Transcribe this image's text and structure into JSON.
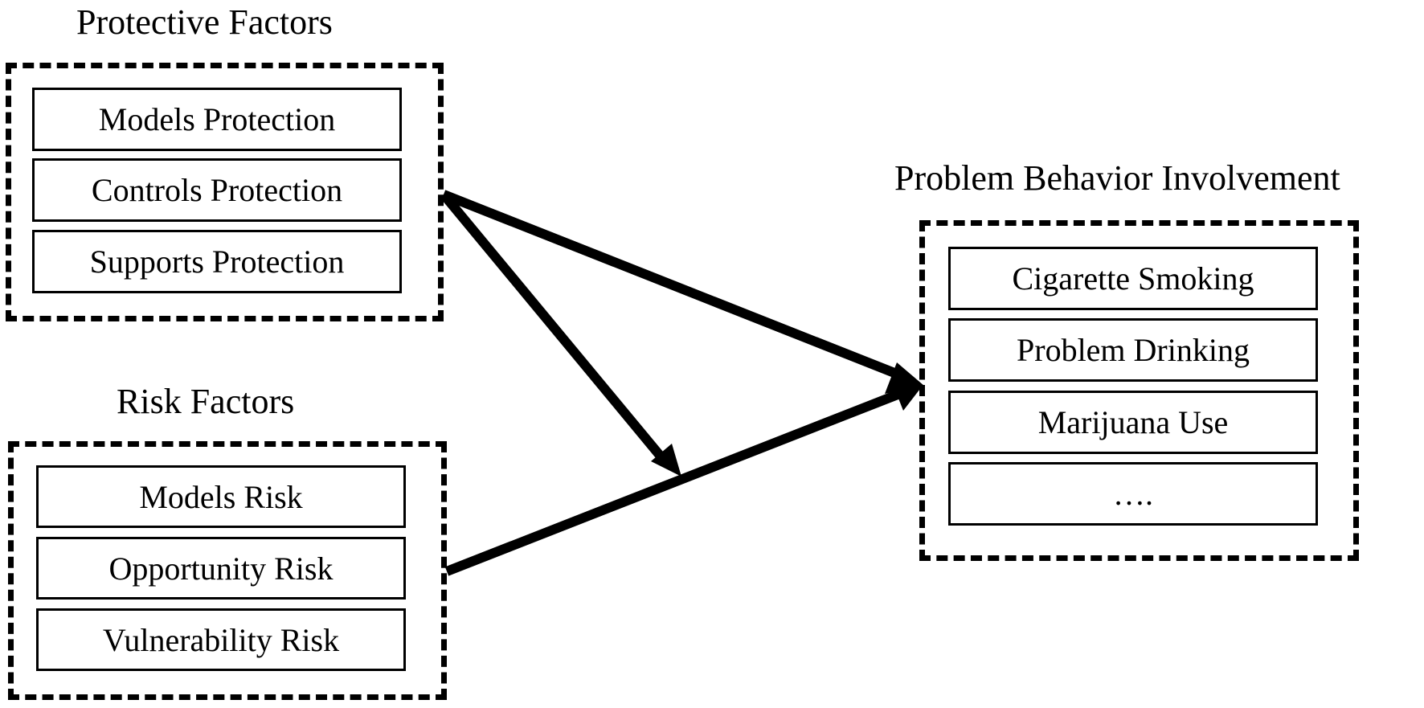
{
  "protective": {
    "title": "Protective Factors",
    "items": [
      "Models Protection",
      "Controls Protection",
      "Supports Protection"
    ]
  },
  "risk": {
    "title": "Risk Factors",
    "items": [
      "Models Risk",
      "Opportunity Risk",
      "Vulnerability Risk"
    ]
  },
  "outcome": {
    "title": "Problem Behavior Involvement",
    "items": [
      "Cigarette Smoking",
      "Problem Drinking",
      "Marijuana Use",
      "…."
    ]
  }
}
